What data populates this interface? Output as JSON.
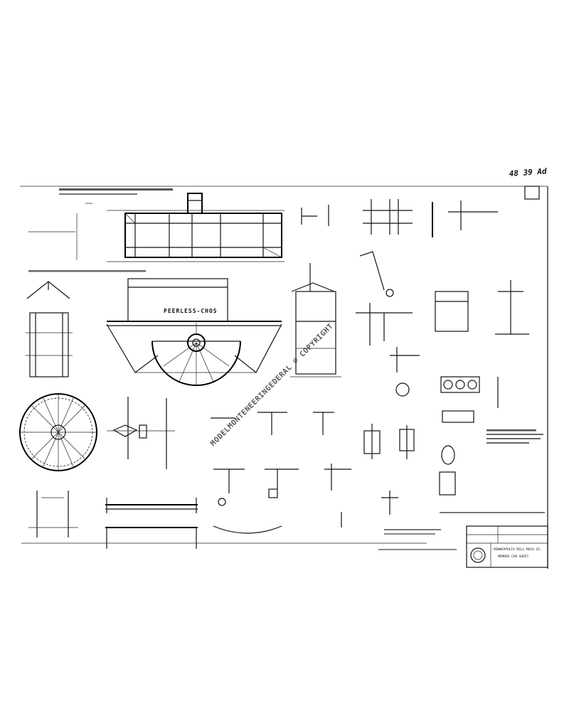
{
  "drawing": {
    "handwritten_mark": "48 39 Ad",
    "tank_lettering": "PEERLESS-CHOS",
    "watermark": "MODELMONTENEERINGEDERAL © COPYRIGHT",
    "title_block": {
      "company": "MINNEAPOLIS MILL MACH CO.",
      "title": "MEMBER CAR SHEET"
    }
  }
}
